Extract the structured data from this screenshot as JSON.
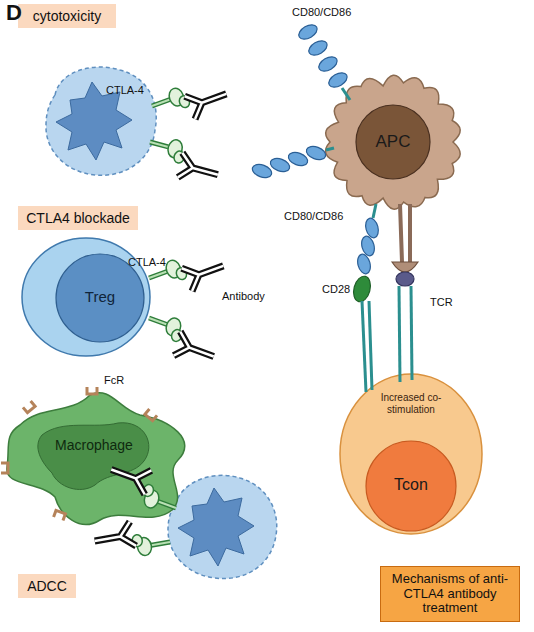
{
  "diagram": {
    "nodes": [
      {
        "text": [
          "cytotoxicity"
        ]
      },
      {
        "text": [
          "CTLA4 blockade"
        ]
      },
      {
        "text": [
          "Treg"
        ]
      },
      {
        "text": [
          "Macrophage"
        ]
      },
      {
        "text": [
          "ADCC"
        ]
      },
      {
        "text": [
          "APC"
        ]
      },
      {
        "text": [
          "Increased co-stimulation",
          "Tcon"
        ]
      },
      {
        "text": [
          "Mechanisms of anti-CTLA4 antibody treatment"
        ]
      }
    ],
    "labels": [
      "D",
      "CTLA-4",
      "CTLA-4",
      "Antibody",
      "FcR",
      "CD80/CD86",
      "CD80/CD86",
      "CD28",
      "TCR"
    ]
  }
}
